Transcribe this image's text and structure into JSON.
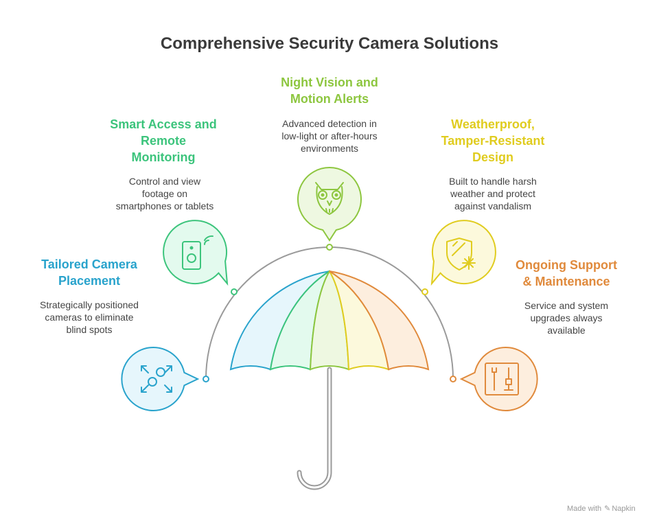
{
  "title": "Comprehensive Security Camera Solutions",
  "features": [
    {
      "heading": [
        "Tailored Camera",
        "Placement"
      ],
      "description": [
        "Strategically positioned",
        "cameras to eliminate",
        "blind spots"
      ],
      "icon": "expand-arrows-icon",
      "color": "#29a3cc"
    },
    {
      "heading": [
        "Smart Access and",
        "Remote",
        "Monitoring"
      ],
      "description": [
        "Control and view",
        "footage on",
        "smartphones or tablets"
      ],
      "icon": "smart-doorbell-icon",
      "color": "#3cc47c"
    },
    {
      "heading": [
        "Night Vision and",
        "Motion Alerts"
      ],
      "description": [
        "Advanced detection in",
        "low-light or after-hours",
        "environments"
      ],
      "icon": "owl-icon",
      "color": "#8dc63f"
    },
    {
      "heading": [
        "Weatherproof,",
        "Tamper-Resistant",
        "Design"
      ],
      "description": [
        "Built to handle harsh",
        "weather and protect",
        "against vandalism"
      ],
      "icon": "shield-snowflake-icon",
      "color": "#e0cc1f"
    },
    {
      "heading": [
        "Ongoing Support",
        "& Maintenance"
      ],
      "description": [
        "Service and system",
        "upgrades always",
        "available"
      ],
      "icon": "wrench-screwdriver-icon",
      "color": "#e08a3c"
    }
  ],
  "credit": {
    "prefix": "Made with",
    "brand": "Napkin"
  }
}
